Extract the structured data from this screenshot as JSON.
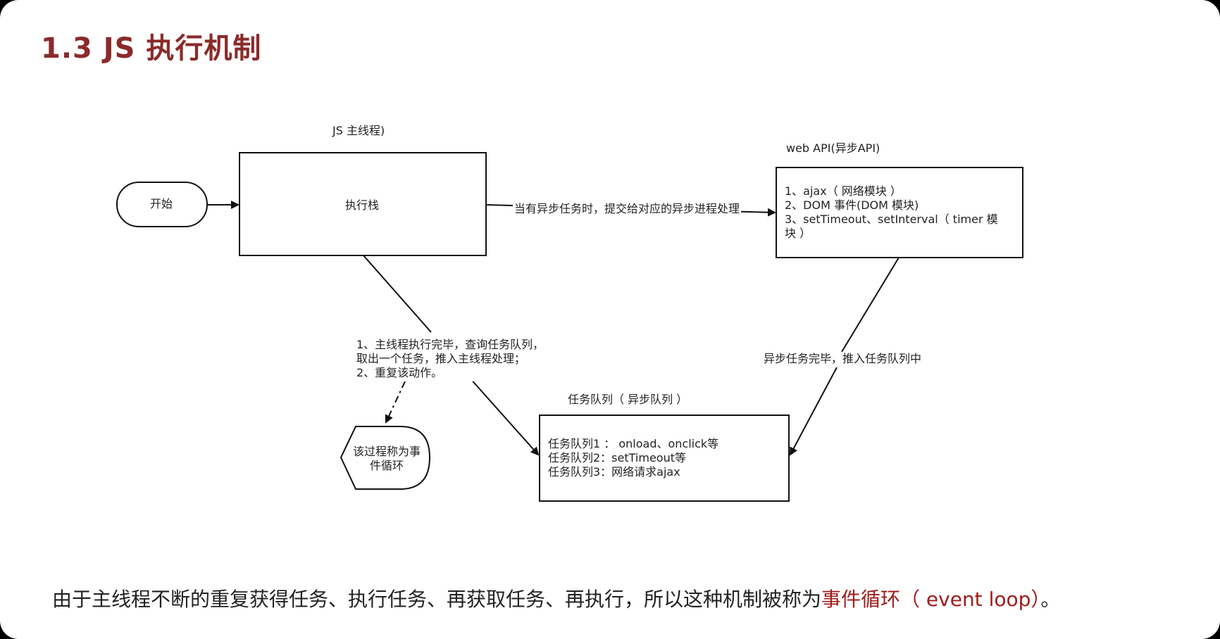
{
  "title": "1.3 JS 执行机制",
  "colors": {
    "title": "#8b2a2a",
    "accent": "#a01c1c"
  },
  "diagram": {
    "start_label": "开始",
    "main_thread_caption": "JS 主线程)",
    "exec_stack_label": "执行栈",
    "submit_arrow_label": "当有异步任务时，提交给对应的异步进程处理",
    "web_api_caption": "web API(异步API)",
    "web_api_items": [
      "1、ajax（ 网络模块 ）",
      "2、DOM 事件(DOM 模块)",
      "3、setTimeout、setInterval（ timer 模",
      "块 ）"
    ],
    "loop_steps": [
      "1、主线程执行完毕，查询任务队列，",
      "取出一个任务，推入主线程处理；",
      "2、重复该动作。"
    ],
    "async_done_label": "异步任务完毕，推入任务队列中",
    "queue_caption": "任务队列（ 异步队列 ）",
    "queue_items": [
      "任务队列1 ： onload、onclick等",
      "任务队列2：setTimeout等",
      "任务队列3：网络请求ajax"
    ],
    "event_loop_box": [
      "该过程称为事",
      "件循环"
    ]
  },
  "summary": {
    "text_before": "由于主线程不断的重复获得任务、执行任务、再获取任务、再执行，所以这种机制被称为",
    "highlight": "事件循环（ event loop）",
    "text_after": "。"
  }
}
